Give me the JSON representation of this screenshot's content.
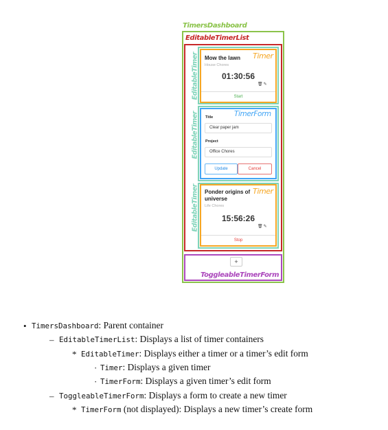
{
  "labels": {
    "dashboard": "TimersDashboard",
    "list": "EditableTimerList",
    "editable_timer": "EditableTimer",
    "timer": "Timer",
    "timer_form": "TimerForm",
    "toggleable": "ToggleableTimerForm"
  },
  "timers": [
    {
      "title": "Mow the lawn",
      "project": "House Chores",
      "elapsed": "01:30:56",
      "button": "Start"
    },
    {
      "title_line1": "Ponder origins of",
      "title_line2": "universe",
      "project": "Life Chores",
      "elapsed": "15:56:26",
      "button": "Stop"
    }
  ],
  "form": {
    "title_label": "Title",
    "title_value": "Clear paper jam",
    "project_label": "Project",
    "project_value": "Office Chores",
    "update": "Update",
    "cancel": "Cancel"
  },
  "toggle_button": "+",
  "icons": [
    "trash-icon",
    "edit-icon"
  ],
  "colors": {
    "dashboard": "#8bc34a",
    "list": "#c62828",
    "editable_timer": "#7ed3b8",
    "timer": "#f5a623",
    "timer_form": "#42a5f5",
    "toggleable": "#ab47bc"
  },
  "legend": {
    "l1": {
      "code": "TimersDashboard",
      "text": ": Parent container"
    },
    "l2": {
      "code": "EditableTimerList",
      "text": ": Displays a list of timer containers"
    },
    "l3": {
      "code": "EditableTimer",
      "text": ": Displays either a timer or a timer’s edit form"
    },
    "l4": {
      "code": "Timer",
      "text": ": Displays a given timer"
    },
    "l5": {
      "code": "TimerForm",
      "text": ": Displays a given timer’s edit form"
    },
    "l6": {
      "code": "ToggleableTimerForm",
      "text": ": Displays a form to create a new timer"
    },
    "l7": {
      "code": "TimerForm",
      "text": " (not displayed): Displays a new timer’s create form"
    }
  }
}
